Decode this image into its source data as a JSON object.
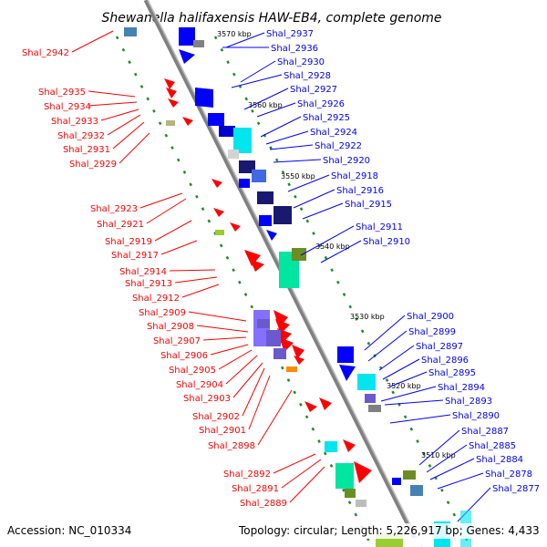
{
  "title": "Shewanella halifaxensis HAW-EB4, complete genome",
  "accession": "Accession: NC_010334",
  "summary": "Topology: circular; Length: 5,226,917 bp; Genes: 4,433",
  "kbp_labels": [
    "3570 kbp",
    "3560 kbp",
    "3550 kbp",
    "3540 kbp",
    "3530 kbp",
    "3520 kbp",
    "3510 kbp"
  ],
  "reverse_strand_genes": [
    "Shal_2942",
    "Shal_2935",
    "Shal_2934",
    "Shal_2933",
    "Shal_2932",
    "Shal_2931",
    "Shal_2929",
    "Shal_2923",
    "Shal_2921",
    "Shal_2919",
    "Shal_2917",
    "Shal_2914",
    "Shal_2913",
    "Shal_2912",
    "Shal_2909",
    "Shal_2908",
    "Shal_2907",
    "Shal_2906",
    "Shal_2905",
    "Shal_2904",
    "Shal_2903",
    "Shal_2902",
    "Shal_2901",
    "Shal_2898",
    "Shal_2892",
    "Shal_2891",
    "Shal_2889"
  ],
  "forward_strand_genes": [
    "Shal_2937",
    "Shal_2936",
    "Shal_2930",
    "Shal_2928",
    "Shal_2927",
    "Shal_2926",
    "Shal_2925",
    "Shal_2924",
    "Shal_2922",
    "Shal_2920",
    "Shal_2918",
    "Shal_2916",
    "Shal_2915",
    "Shal_2911",
    "Shal_2910",
    "Shal_2900",
    "Shal_2899",
    "Shal_2897",
    "Shal_2896",
    "Shal_2895",
    "Shal_2894",
    "Shal_2893",
    "Shal_2890",
    "Shal_2887",
    "Shal_2885",
    "Shal_2884",
    "Shal_2878",
    "Shal_2877"
  ],
  "colors": {
    "reverse_label": "#ff0000",
    "forward_label": "#0000ff",
    "backbone": "#808080",
    "tick_dots": "#228b22"
  }
}
